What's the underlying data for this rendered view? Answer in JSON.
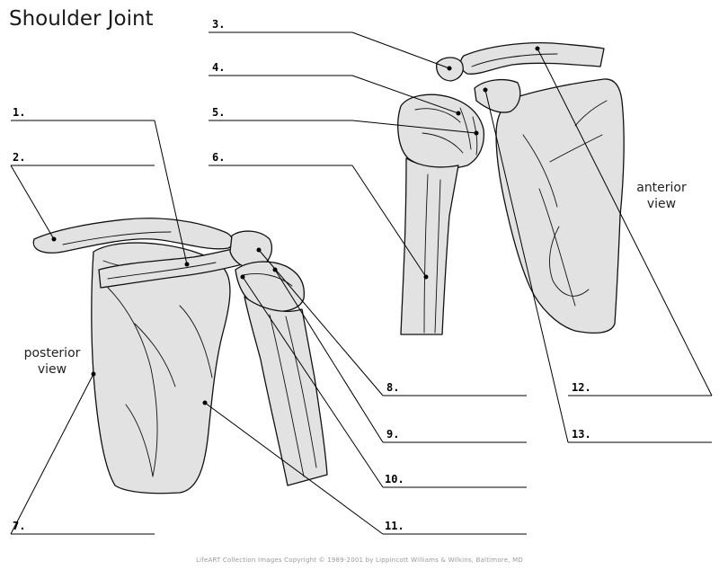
{
  "title": "Shoulder Joint",
  "anterior_label": [
    "anterior",
    "view"
  ],
  "posterior_label": [
    "posterior",
    "view"
  ],
  "labels": [
    "1.",
    "2.",
    "3.",
    "4.",
    "5.",
    "6.",
    "7.",
    "8.",
    "9.",
    "10.",
    "11.",
    "12.",
    "13."
  ],
  "copyright": "LifeART Collection Images Copyright © 1989-2001 by Lippincott Williams & Wilkins, Baltimore, MD"
}
